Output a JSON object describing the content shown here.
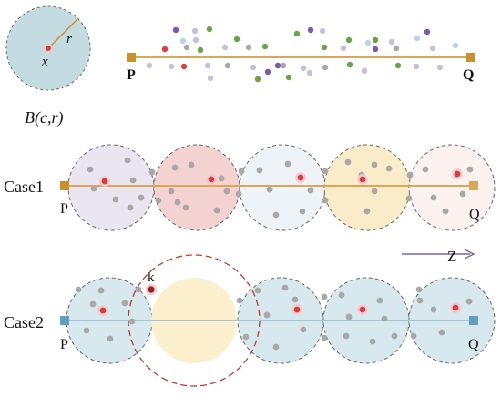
{
  "ball_legend": {
    "center_label": "x",
    "radius_label": "r",
    "formula": "B(c,r)"
  },
  "top_segment": {
    "start_label": "P",
    "end_label": "Q"
  },
  "case1": {
    "label": "Case1",
    "start_label": "P",
    "end_label": "Q"
  },
  "case2": {
    "label": "Case2",
    "start_label": "P",
    "end_label": "Q",
    "highlight_label": "k"
  },
  "direction": {
    "label": "Z"
  },
  "colors": {
    "orange_line": "#d9a65a",
    "orange_endpoint": "#c8902e",
    "blue_line": "#9fc5d6",
    "blue_endpoint": "#5f9fbf",
    "ball_fill": "#c4dbe2",
    "teal_fill": "#d7e9ee",
    "lavender_fill": "#ebe5ef",
    "pink_fill": "#f3d2d1",
    "light_blue_fill": "#eef3f8",
    "cream_fill": "#fbecc9",
    "peach_fill": "#fbf1ee",
    "yellow_fill": "#fbefcd",
    "grey_point": "#a8a8a8",
    "red_point": "#d4413a",
    "dark_red_point": "#8e2420",
    "purple": "#7a5ba8",
    "green": "#6aa24a",
    "light_purple": "#c9bfdc",
    "light_blue": "#b8d4ea",
    "red_dash": "#c0392b",
    "arrow": "#7e63a6",
    "dashed_circle": "#666666"
  }
}
